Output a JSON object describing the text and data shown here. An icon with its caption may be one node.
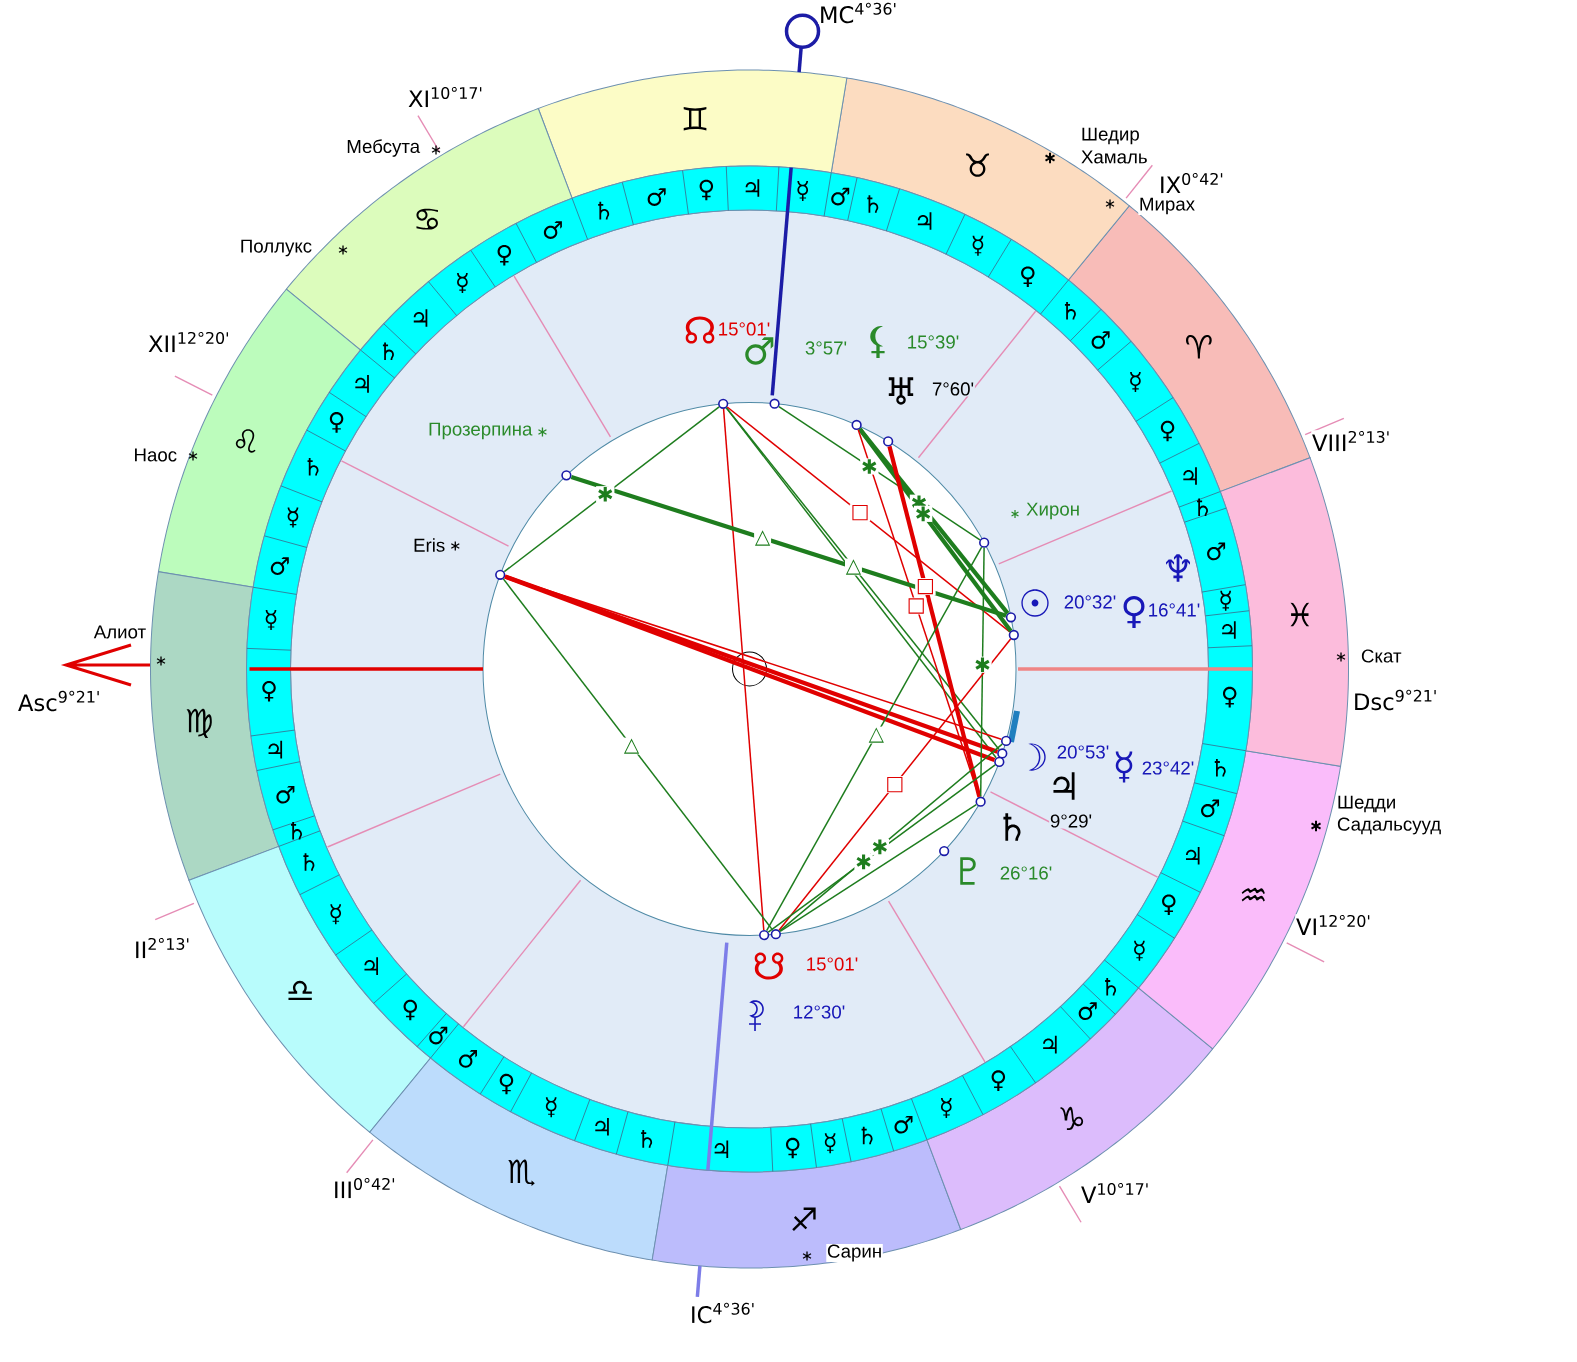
{
  "diagram": {
    "nodes": [
      {
        "text": [],
        "shape": "circle",
        "beside": [
          "☊",
          "15°01'"
        ]
      },
      {
        "text": [],
        "shape": "circle",
        "beside": [
          "♂",
          "3°57'"
        ]
      },
      {
        "text": [],
        "shape": "circle",
        "beside": [
          "⚸",
          "15°39'"
        ]
      },
      {
        "text": [],
        "shape": "circle",
        "beside": [
          "♅",
          "7°60'"
        ]
      },
      {
        "text": [],
        "shape": "circle",
        "beside": [
          "Прозерпина"
        ]
      },
      {
        "text": [],
        "shape": "circle",
        "beside": [
          "Хирон"
        ]
      },
      {
        "text": [],
        "shape": "circle",
        "beside": [
          "Eris"
        ]
      },
      {
        "text": [],
        "shape": "circle",
        "beside": [
          "☉",
          "20°32'"
        ]
      },
      {
        "text": [],
        "shape": "circle",
        "beside": [
          "♀",
          "16°41'"
        ]
      },
      {
        "text": [],
        "shape": "circle",
        "beside": [
          "☽",
          "20°53'"
        ]
      },
      {
        "text": [],
        "shape": "circle",
        "beside": [
          "☿",
          "23°42'"
        ]
      },
      {
        "text": [],
        "shape": "circle",
        "beside": [
          "♃"
        ]
      },
      {
        "text": [],
        "shape": "circle",
        "beside": [
          "♄",
          "9°29'"
        ]
      },
      {
        "text": [],
        "shape": "circle",
        "beside": [
          "♇",
          "26°16'"
        ]
      },
      {
        "text": [],
        "shape": "circle",
        "beside": [
          "☋",
          "15°01'"
        ]
      },
      {
        "text": [],
        "shape": "circle",
        "beside": [
          "12°30'"
        ]
      }
    ],
    "edges": [
      {
        "from": 0,
        "to": 6,
        "arrow": "none",
        "label": "✱"
      },
      {
        "from": 0,
        "to": 15,
        "arrow": "none",
        "color": "#e00000"
      },
      {
        "from": 0,
        "to": 9,
        "arrow": "none",
        "label": "△"
      },
      {
        "from": 0,
        "to": 11,
        "arrow": "none"
      },
      {
        "from": 0,
        "to": 8,
        "arrow": "none",
        "label": "□",
        "color": "#e00000"
      },
      {
        "from": 1,
        "to": 5,
        "arrow": "none",
        "label": "✱"
      },
      {
        "from": 2,
        "to": 7,
        "arrow": "none",
        "label": "✱",
        "style": "thick"
      },
      {
        "from": 2,
        "to": 8,
        "arrow": "none",
        "label": "✱",
        "style": "thick"
      },
      {
        "from": 2,
        "to": 12,
        "arrow": "none",
        "label": "□",
        "color": "#e00000"
      },
      {
        "from": 3,
        "to": 12,
        "arrow": "none",
        "label": "□",
        "style": "thick",
        "color": "#e00000"
      },
      {
        "from": 4,
        "to": 7,
        "arrow": "none",
        "label": "△",
        "style": "thick"
      },
      {
        "from": 6,
        "to": 14,
        "arrow": "none",
        "label": "△"
      },
      {
        "from": 6,
        "to": 10,
        "arrow": "none",
        "color": "#e00000"
      },
      {
        "from": 6,
        "to": 9,
        "arrow": "none",
        "style": "thick",
        "color": "#e00000"
      },
      {
        "from": 6,
        "to": 11,
        "arrow": "none",
        "style": "thick",
        "color": "#e00000"
      },
      {
        "from": 5,
        "to": 12,
        "arrow": "none",
        "label": "✱"
      },
      {
        "from": 5,
        "to": 15,
        "arrow": "none",
        "label": "△"
      },
      {
        "from": 8,
        "to": 14,
        "arrow": "none",
        "label": "□",
        "color": "#e00000"
      },
      {
        "from": 10,
        "to": 14,
        "arrow": "none",
        "label": "✱"
      },
      {
        "from": 11,
        "to": 15,
        "arrow": "none",
        "label": "✱"
      },
      {
        "from": 12,
        "to": 14,
        "arrow": "none"
      }
    ],
    "labels": [
      "MC$^{4°36'}$",
      "XI$^{10°17'}$",
      "Мебсута",
      "Шедир",
      "Хамаль",
      "IX$^{0°42'}$",
      "Мирах",
      "Поллукс",
      "XII$^{12°20'}$",
      "VIII$^{2°13'}$",
      "Наос",
      "Алиот",
      "Скат",
      "Asc$^{9°21'}$",
      "Dsc$^{9°21'}$",
      "Шедди",
      "Садальсууд",
      "VI$^{12°20'}$",
      "II$^{2°13'}$",
      "III$^{0°42'}$",
      "V$^{10°17'}$",
      "Сарин",
      "IC$^{4°36'}$",
      "♈",
      "♉",
      "♊",
      "♋",
      "♌",
      "♍",
      "♎",
      "♏",
      "♐",
      "♑",
      "♒",
      "♓",
      "♃",
      "♀",
      "☿",
      "♂",
      "♄",
      "♀",
      "☿",
      "♃",
      "♄",
      "♂",
      "☿",
      "♃",
      "♀",
      "♂",
      "♄",
      "♂",
      "♀",
      "☿",
      "♃",
      "♄",
      "♃",
      "♀",
      "♄",
      "☿",
      "♂",
      "☿",
      "♀",
      "♃",
      "♂",
      "♄",
      "♄",
      "☿",
      "♃",
      "♀",
      "♂",
      "♂",
      "♀",
      "☿",
      "♃",
      "♄",
      "♃",
      "♀",
      "☿",
      "♄",
      "♂",
      "☿",
      "♀",
      "♃",
      "♂",
      "♄",
      "☿",
      "♀",
      "♃",
      "♂",
      "♄",
      "♀",
      "♃",
      "☿",
      "♂",
      "♄",
      "♆"
    ]
  }
}
